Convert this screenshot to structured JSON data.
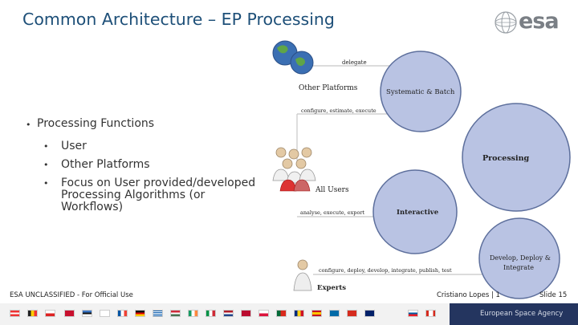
{
  "slide": {
    "title": "Common Architecture – EP Processing",
    "logo_text": "esa",
    "bullet_main": "Processing Functions",
    "sub_bullets": [
      "User",
      "Other Platforms",
      "Focus on User provided/developed Processing Algorithms (or Workflows)"
    ]
  },
  "diagram": {
    "delegate": "delegate",
    "other_platforms": "Other Platforms",
    "systematic": "Systematic & Batch",
    "configure_estimate": "configure, estimate, execute",
    "processing": "Processing",
    "all_users": "All Users",
    "analyse": "analyse, execute, export",
    "interactive": "Interactive",
    "develop_line1": "Develop, Deploy &",
    "develop_line2": "Integrate",
    "configure_deploy": "configure, deploy, develop, integrate, publish, test",
    "experts": "Experts"
  },
  "footer": {
    "classification": "ESA UNCLASSIFIED - For Official Use",
    "author": "Cristiano Lopes | 1",
    "slide_number": "Slide 15",
    "agency": "European Space Agency"
  },
  "colors": {
    "title": "#1d4f78",
    "circle_fill": "#b9c3e3",
    "circle_stroke": "#5d6f9c",
    "agency_bar": "#24355f"
  }
}
